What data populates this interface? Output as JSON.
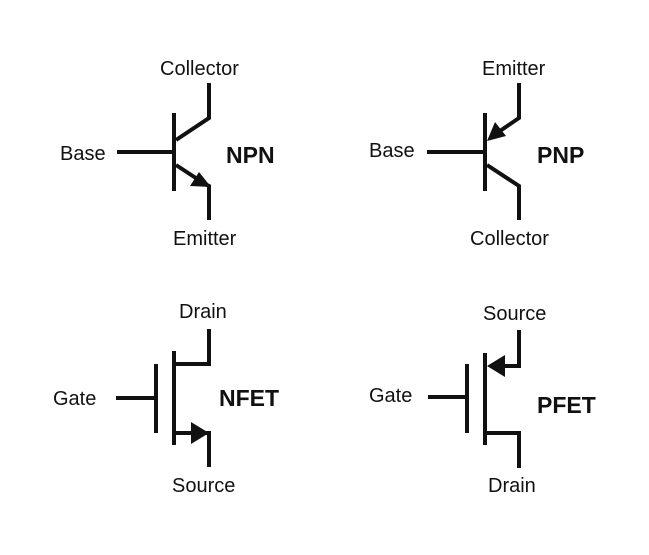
{
  "symbols": {
    "npn": {
      "type_label": "NPN",
      "terminals": {
        "top": "Collector",
        "left": "Base",
        "bottom": "Emitter"
      }
    },
    "pnp": {
      "type_label": "PNP",
      "terminals": {
        "top": "Emitter",
        "left": "Base",
        "bottom": "Collector"
      }
    },
    "nfet": {
      "type_label": "NFET",
      "terminals": {
        "top": "Drain",
        "left": "Gate",
        "bottom": "Source"
      }
    },
    "pfet": {
      "type_label": "PFET",
      "terminals": {
        "top": "Source",
        "left": "Gate",
        "bottom": "Drain"
      }
    }
  },
  "colors": {
    "ink": "#111111",
    "background": "#ffffff"
  }
}
